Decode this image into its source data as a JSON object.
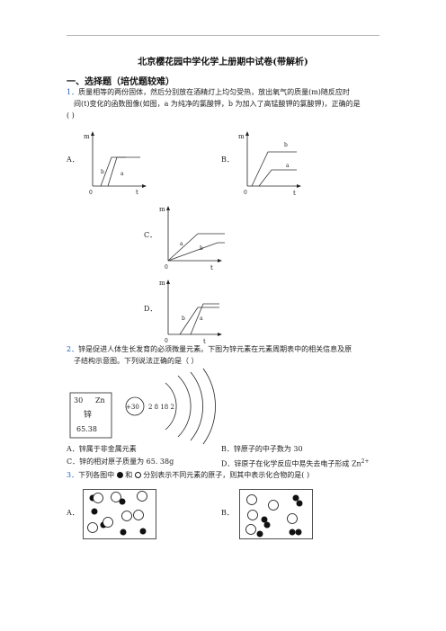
{
  "doc_title": "北京樱花园中学化学上册期中试卷(带解析)",
  "section_title": "一、选择题（培优题较难）",
  "q1": {
    "number": "1．",
    "line1": "质量相等的两份固体，然后分别放在酒精灯上均匀受热，放出氧气的质量(m)随反应时",
    "line2": "间(t)变化的函数图像(如图，a 为纯净的氯酸钾，b 为加入了高锰酸钾的氯酸钾)，正确的是",
    "line3": "(    )",
    "options": [
      {
        "label": "A．",
        "y": "m",
        "x": "t",
        "o": "0",
        "a": "a",
        "b": "b"
      },
      {
        "label": "B．",
        "y": "m",
        "x": "t",
        "o": "0",
        "a": "a",
        "b": "b"
      },
      {
        "label": "C．",
        "y": "m",
        "x": "t",
        "o": "0",
        "a": "a",
        "b": "b"
      },
      {
        "label": "D．",
        "y": "m",
        "x": "t",
        "o": "0",
        "a": "a",
        "b": "b"
      }
    ]
  },
  "q2": {
    "number": "2．",
    "line1": "锌是促进人体生长发育的必须微量元素。下图为锌元素在元素周期表中的相关信息及原",
    "line2": "子结构示意图。下列说法正确的是（        ）",
    "cell": {
      "number": "30",
      "symbol": "Zn",
      "name": "锌",
      "mass": "65.38"
    },
    "atom": {
      "nucleus": "+30",
      "shells": "2  8  18 2"
    },
    "optA": "A．锌属于非金属元素",
    "optB": "B．锌原子的中子数为 30",
    "optC": "C．锌的相对原子质量为 65. 38g",
    "optD_prefix": "D．锌原子在化学反应中易失去电子形成 Zn",
    "optD_sup": "2+"
  },
  "q3": {
    "number": "3．",
    "text_a": "下列各图中",
    "text_b": "和",
    "text_c": "分别表示不同元素的原子，则其中表示化合物的是(        )",
    "optA": "A．",
    "optB": "B．"
  }
}
